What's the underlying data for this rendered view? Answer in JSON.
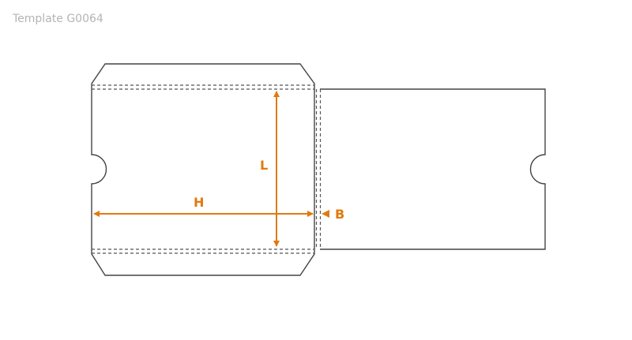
{
  "title": "Template G0064",
  "dimensions": {
    "height_label": "H",
    "length_label": "L",
    "flap_label": "B"
  },
  "colors": {
    "outline": "#444444",
    "dimension": "#e07a10",
    "title": "#b4b4b4"
  }
}
